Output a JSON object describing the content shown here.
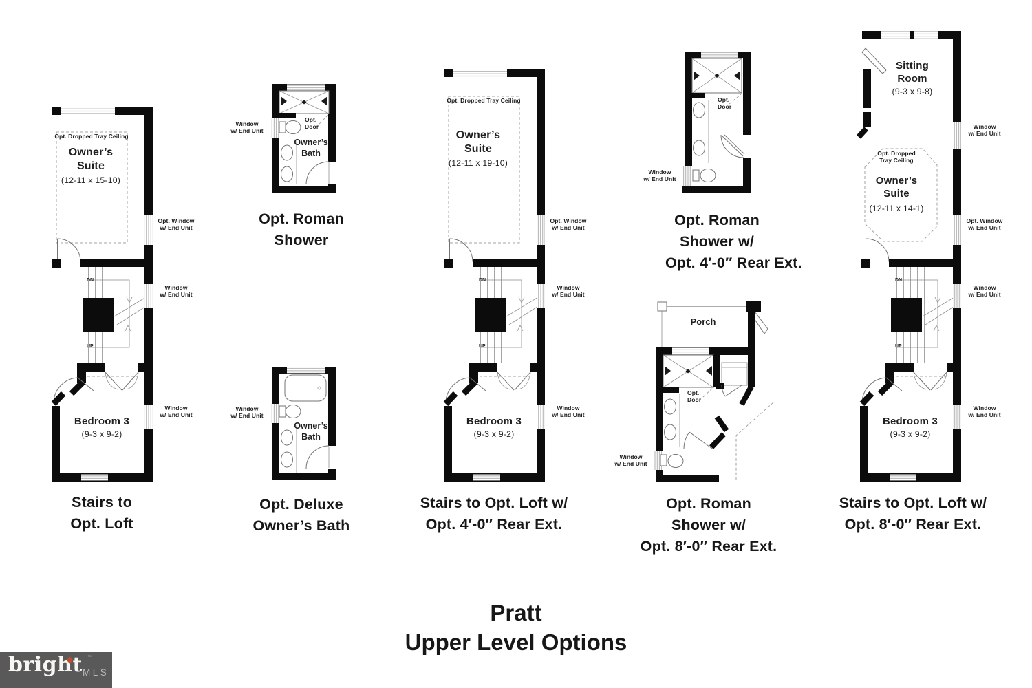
{
  "plans": {
    "plan1": {
      "room": "Owner’s Suite",
      "room_dims": "(12-11 x 15-10)",
      "caption1": "Stairs to",
      "caption2": "Opt. Loft"
    },
    "plan2a": {
      "room": "Owner’s Bath",
      "caption1": "Opt. Roman",
      "caption2": "Shower"
    },
    "plan2b": {
      "room": "Owner’s Bath",
      "caption1": "Opt. Deluxe",
      "caption2": "Owner’s Bath"
    },
    "plan3": {
      "room": "Owner’s Suite",
      "room_dims": "(12-11 x 19-10)",
      "caption1": "Stairs to Opt. Loft w/",
      "caption2": "Opt. 4′-0″ Rear Ext."
    },
    "plan4a": {
      "caption1": "Opt. Roman",
      "caption2": "Shower w/",
      "caption3": "Opt. 4′-0″ Rear Ext."
    },
    "plan4b": {
      "porch": "Porch",
      "caption1": "Opt. Roman",
      "caption2": "Shower w/",
      "caption3": "Opt. 8′-0″ Rear Ext."
    },
    "plan5": {
      "sitting_room": "Sitting Room",
      "sitting_dims": "(9-3 x 9-8)",
      "room": "Owner’s Suite",
      "room_dims": "(12-11 x 14-1)",
      "caption1": "Stairs to Opt. Loft w/",
      "caption2": "Opt. 8′-0″ Rear Ext."
    }
  },
  "shared": {
    "bedroom": "Bedroom 3",
    "bedroom_dims": "(9-3 x 9-2)",
    "window": "Window",
    "opt_window": "Opt. Window",
    "w_end_unit": "w/ End Unit",
    "tray_ceiling": "Opt. Dropped Tray Ceiling",
    "tray_ceiling_l1": "Opt. Dropped",
    "tray_ceiling_l2": "Tray Ceiling",
    "opt": "Opt.",
    "door": "Door",
    "dn": "DN",
    "up": "UP"
  },
  "footer": {
    "plan_name": "Pratt",
    "subtitle": "Upper Level Options"
  },
  "logo": {
    "brand": "bright",
    "tm": "™",
    "suffix": "MLS"
  }
}
